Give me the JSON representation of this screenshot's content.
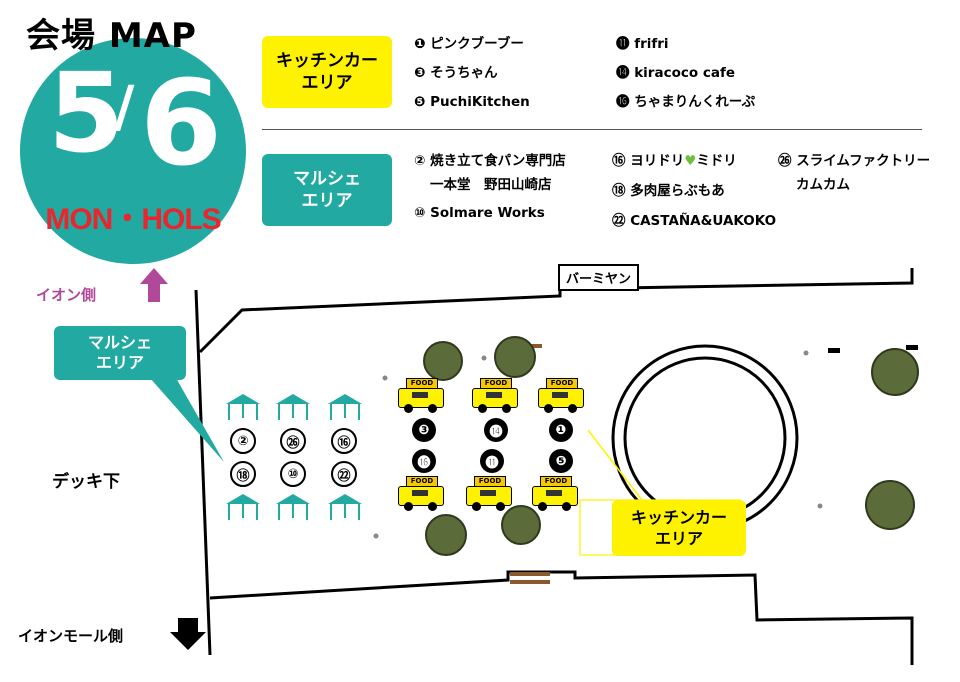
{
  "header": {
    "title": "会場 MAP",
    "date_month": "5",
    "date_slash": "/",
    "date_day": "6",
    "day_of_week": "MON・HOLS"
  },
  "legend": {
    "kitchen": {
      "label": "キッチンカー\nエリア",
      "col1": [
        "❶ ピンクブーブー",
        "❸ そうちゃん",
        "❺ PuchiKitchen"
      ],
      "col2": [
        "⓫ frifri",
        "⓮ kiracoco cafe",
        "⓰ ちゃまりんくれーぷ"
      ]
    },
    "marche": {
      "label": "マルシェ\nエリア",
      "col1": [
        "② 焼き立て食パン専門店",
        "一本堂　野田山崎店",
        "⑩ Solmare Works"
      ],
      "col2": [
        "⑯ ヨリドリ",
        "ミドリ",
        "⑱ 多肉屋らぶもあ",
        "㉒ CASTAÑA&UAKOKO"
      ],
      "col3": [
        "㉖ スライムファクトリー",
        "カムカム"
      ]
    }
  },
  "map": {
    "aeon_side": "イオン側",
    "aeon_mall_side": "イオンモール側",
    "deck_under": "デッキ下",
    "bamiyan": "バーミヤン",
    "marche_callout": "マルシェ\nエリア",
    "kitchen_callout": "キッチンカー\nエリア",
    "food_label": "FOOD",
    "marche_numbers": [
      [
        "②",
        "㉖",
        "⑯"
      ],
      [
        "⑱",
        "⑩",
        "㉒"
      ]
    ],
    "truck_numbers": [
      [
        "❸",
        "⓮",
        "❶"
      ],
      [
        "⓰",
        "⓫",
        "❺"
      ]
    ]
  },
  "colors": {
    "teal": "#22aaa2",
    "yellow": "#fff200",
    "red": "#e8262d",
    "purple": "#b04a98",
    "tree": "#5b6b3a"
  }
}
